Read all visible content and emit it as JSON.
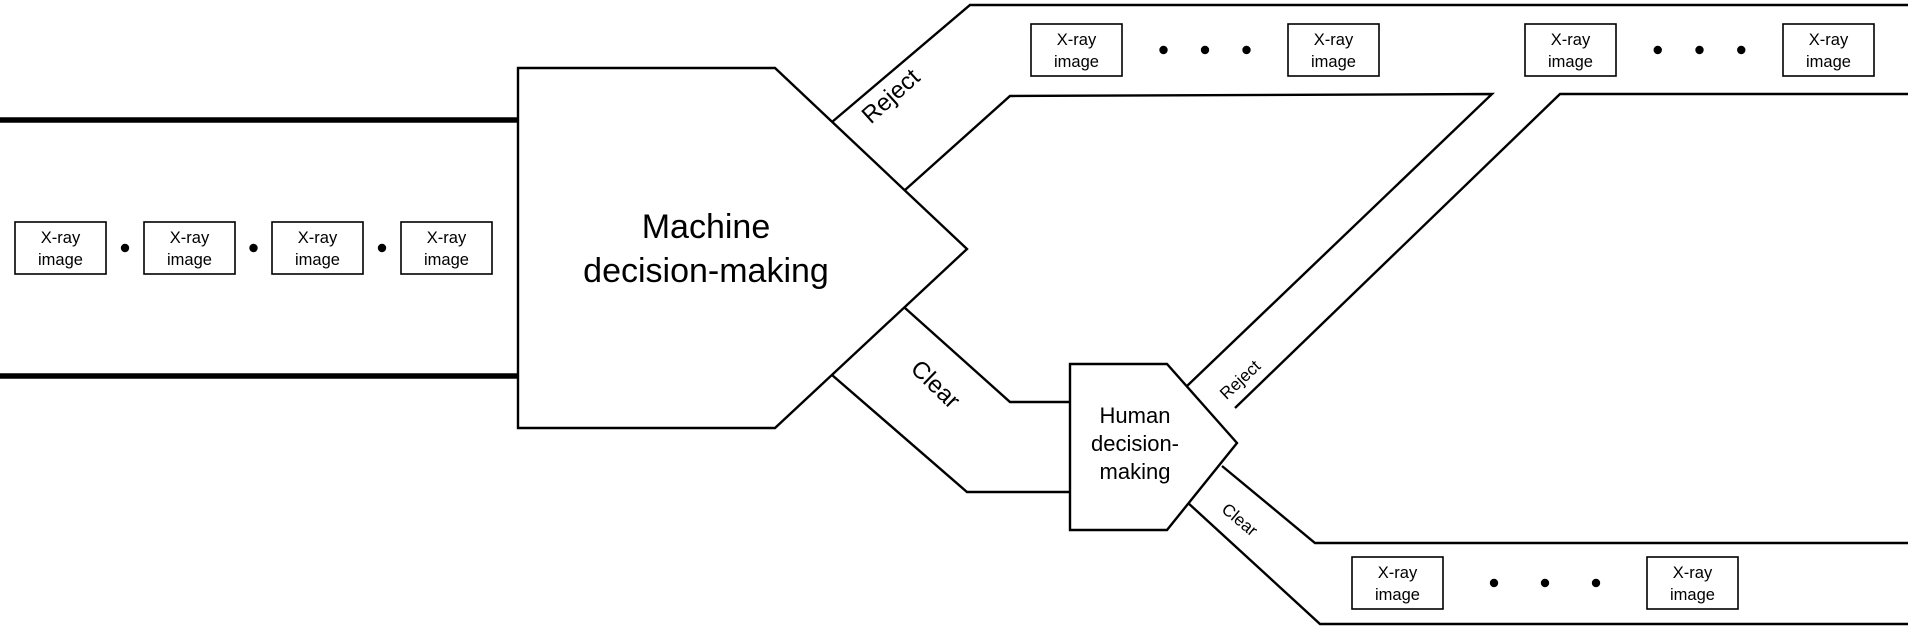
{
  "machine_node": {
    "line1": "Machine",
    "line2": "decision-making"
  },
  "human_node": {
    "line1": "Human",
    "line2": "decision-",
    "line3": "making"
  },
  "branch_labels": {
    "machine_reject": "Reject",
    "machine_clear": "Clear",
    "human_reject": "Reject",
    "human_clear": "Clear"
  },
  "xray_box": {
    "line1": "X-ray",
    "line2": "image"
  },
  "xray_groups": {
    "input": {
      "count": 4,
      "separator": "single-dot"
    },
    "machine_rejected": {
      "count": 2,
      "separator": "ellipsis-dots"
    },
    "human_rejected": {
      "count": 2,
      "separator": "ellipsis-dots"
    },
    "human_cleared": {
      "count": 2,
      "separator": "ellipsis-dots"
    }
  }
}
